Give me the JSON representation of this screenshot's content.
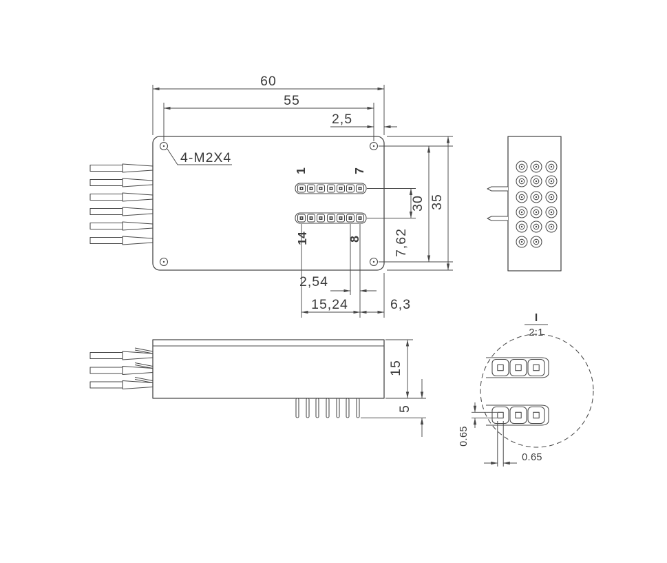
{
  "drawing": {
    "background": "#ffffff",
    "line_color": "#474747",
    "text_color": "#3a3a3a",
    "top_view": {
      "thread_note": "4-M2X4",
      "pin_labels": {
        "top_first": "1",
        "top_last": "7",
        "bottom_first": "14",
        "bottom_last": "8"
      },
      "dims": {
        "overall_width": "60",
        "mount_hole_pitch": "55",
        "hole_edge_offset": "2,5",
        "mount_hole_row_pitch": "30",
        "overall_depth": "35",
        "pin_row_pitch": "7,62",
        "pin_pitch": "2,54",
        "pin_row_span": "15,24",
        "pin_edge_offset": "6,3"
      },
      "fiber_count": 6,
      "pins_per_row": 7,
      "mount_hole_count": 4
    },
    "side_view": {
      "dims": {
        "body_height": "15",
        "pin_length": "5"
      },
      "fiber_count": 3,
      "pin_count": 7
    },
    "end_view": {
      "ferrule_count": 17,
      "columns": 3,
      "rows": 6,
      "pin_count": 2
    },
    "detail_view": {
      "label": "I",
      "scale": "2:1",
      "dims": {
        "pad_height": "0.65",
        "pad_width": "0.65"
      },
      "pins_shown_per_row": 3
    }
  }
}
